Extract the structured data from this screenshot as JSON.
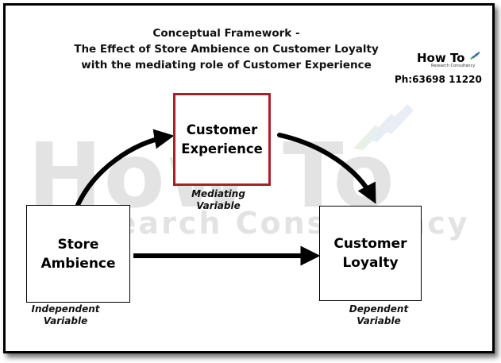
{
  "title": {
    "line1": "Conceptual Framework -",
    "line2": "The Effect of Store Ambience on Customer Loyalty",
    "line3": "with the mediating role of Customer Experience"
  },
  "watermark": {
    "big": "How To",
    "sub": "Research Consultancy"
  },
  "logo": {
    "name": "How To",
    "sub": "Research Consultancy",
    "phone": "Ph:63698 11220"
  },
  "nodes": {
    "store_ambience": {
      "label": "Store\nAmbience",
      "role": "Independent\nVariable"
    },
    "customer_experience": {
      "label": "Customer\nExperience",
      "role": "Mediating\nVariable"
    },
    "customer_loyalty": {
      "label": "Customer\nLoyalty",
      "role": "Dependent\nVariable"
    }
  },
  "edges": [
    {
      "from": "store_ambience",
      "to": "customer_experience"
    },
    {
      "from": "customer_experience",
      "to": "customer_loyalty"
    },
    {
      "from": "store_ambience",
      "to": "customer_loyalty"
    }
  ],
  "colors": {
    "mediator_border": "#a8202a",
    "logo_chevron_blue": "#2b6cb0",
    "logo_chevron_green": "#5aa64a",
    "watermark_gray": "#e3e3e3"
  },
  "icons": {
    "logo": "chevron-arrows-icon"
  }
}
